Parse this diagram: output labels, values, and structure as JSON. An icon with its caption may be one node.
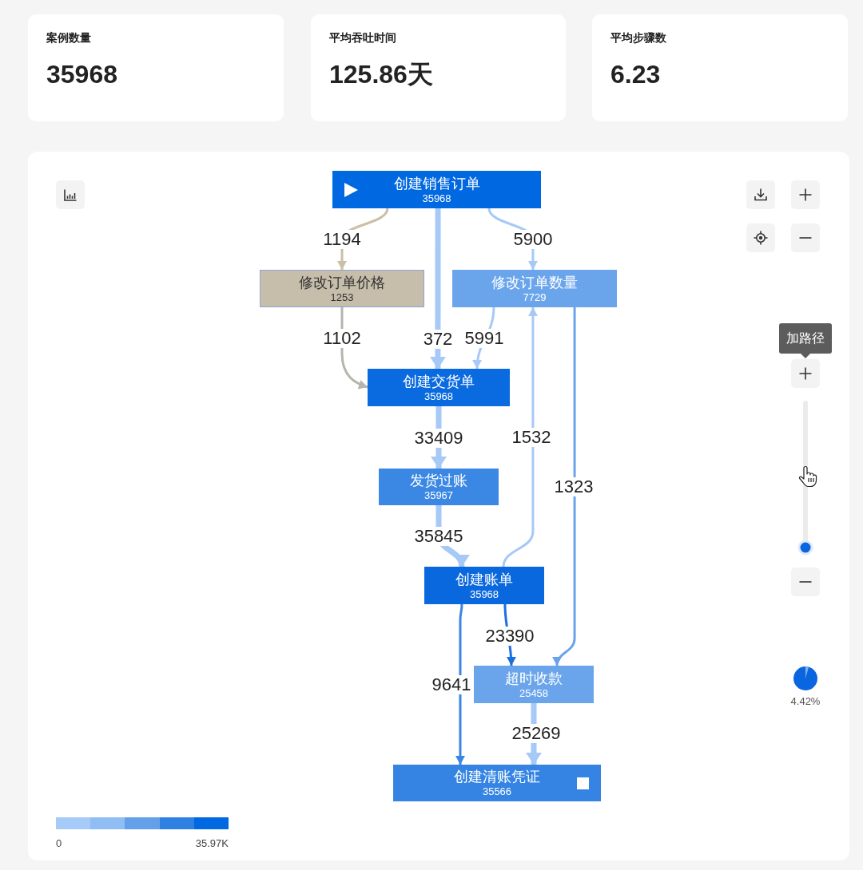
{
  "diagram": {
    "nodes": [
      {
        "text": [
          "案例数量",
          "35968"
        ]
      },
      {
        "text": [
          "平均吞吐时间",
          "125.86天"
        ]
      },
      {
        "text": [
          "平均步骤数",
          "6.23"
        ]
      },
      {
        "text": [
          "创建销售订单",
          "35968"
        ]
      },
      {
        "text": [
          "修改订单价格",
          "1253"
        ]
      },
      {
        "text": [
          "修改订单数量",
          "7729"
        ]
      },
      {
        "text": [
          "创建交货单",
          "35968"
        ]
      },
      {
        "text": [
          "发货过账",
          "35967"
        ]
      },
      {
        "text": [
          "创建账单",
          "35968"
        ]
      },
      {
        "text": [
          "超时收款",
          "25458"
        ]
      },
      {
        "text": [
          "创建清账凭证",
          "35566"
        ]
      },
      {
        "text": [
          "加路径"
        ]
      }
    ],
    "edges": [
      {
        "from": 3,
        "to": 4,
        "arrow": "to",
        "label": "1194",
        "color": "#cbbfa7"
      },
      {
        "from": 3,
        "to": 6,
        "arrow": "to",
        "label": "372",
        "style": "thick"
      },
      {
        "from": 3,
        "to": 5,
        "arrow": "to",
        "label": "5900"
      },
      {
        "from": 4,
        "to": 6,
        "arrow": "to",
        "label": "1102",
        "color": "#b5b5ad"
      },
      {
        "from": 5,
        "to": 6,
        "arrow": "to",
        "label": "5991"
      },
      {
        "from": 6,
        "to": 7,
        "arrow": "to",
        "label": "33409",
        "style": "thick"
      },
      {
        "from": 7,
        "to": 8,
        "arrow": "to",
        "label": "35845",
        "style": "thick"
      },
      {
        "from": 8,
        "to": 5,
        "arrow": "to",
        "label": "1532"
      },
      {
        "from": 5,
        "to": 9,
        "arrow": "to",
        "label": "1323",
        "color": "#6aa3ec"
      },
      {
        "from": 8,
        "to": 9,
        "arrow": "to",
        "label": "23390",
        "color": "#1a6fe0"
      },
      {
        "from": 8,
        "to": 10,
        "arrow": "to",
        "label": "9641",
        "color": "#3a86e3"
      },
      {
        "from": 9,
        "to": 10,
        "arrow": "to",
        "label": "25269",
        "style": "thick"
      }
    ],
    "labels": [
      "4.42%"
    ],
    "legend": [
      {
        "text": "0",
        "color": "#a6cbf9"
      },
      {
        "text": "35.97K",
        "color": "#0068e0"
      }
    ]
  }
}
